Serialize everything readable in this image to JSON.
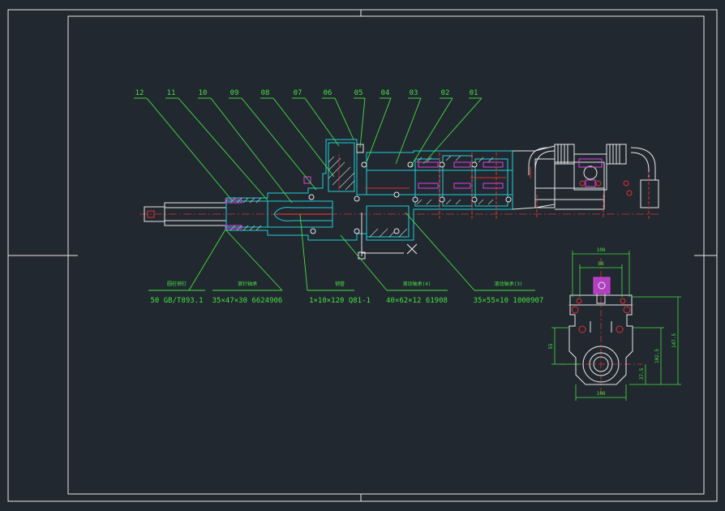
{
  "drawing": {
    "part_numbers": [
      "12",
      "11",
      "10",
      "09",
      "08",
      "07",
      "06",
      "05",
      "04",
      "03",
      "02",
      "01"
    ],
    "notes": [
      {
        "title": "圆柱销钉",
        "spec": "50 GB/T893.1"
      },
      {
        "title": "滚针轴承",
        "spec": "35×47×30 6624906"
      },
      {
        "title": "销管",
        "spec": "1×10×120 Q81-1"
      },
      {
        "title": "滚动轴承(4)",
        "spec": "40×62×12 61908"
      },
      {
        "title": "滚动轴承(3)",
        "spec": "35×55×10 1000907"
      }
    ],
    "side_view": {
      "dim_top_outer": "108",
      "dim_top_inner": "88",
      "dim_bottom": "108",
      "dim_left": "55",
      "dim_right_small": "37.5",
      "dim_right_mid": "102.5",
      "dim_right_total": "147.5"
    }
  },
  "colors": {
    "background": "#212830",
    "frame": "#e8e8e8",
    "leader": "#46e040",
    "section": "#1fd0d8",
    "centerline": "#e03030",
    "hatch": "#d8d8d8",
    "accent": "#e040e0"
  }
}
